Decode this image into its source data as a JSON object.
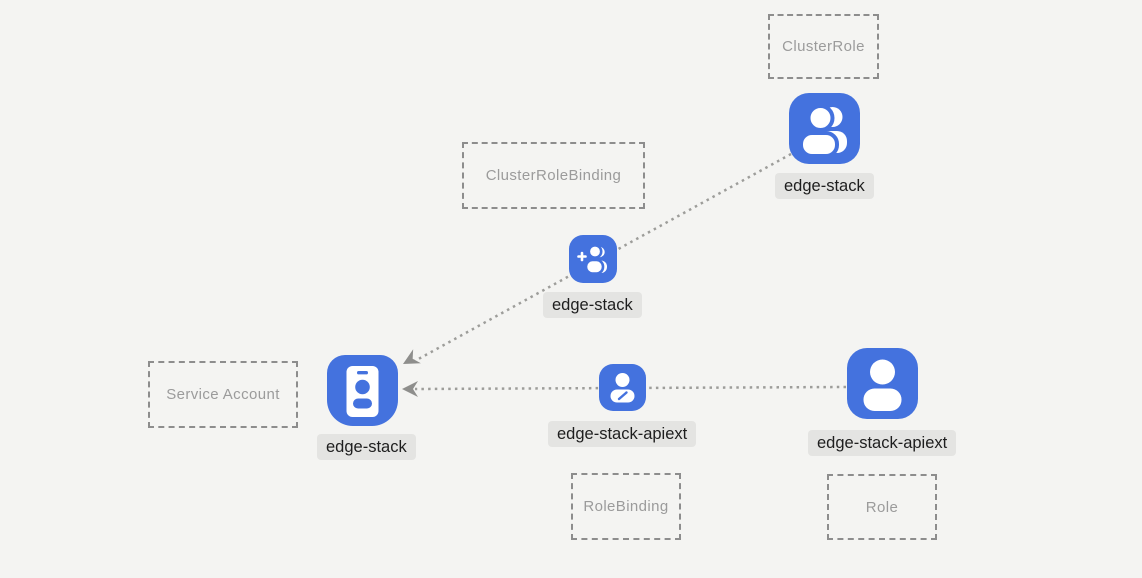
{
  "colors": {
    "background": "#f4f4f2",
    "tile_blue": "#4472de",
    "edge_gray": "#9d9d9a",
    "arrow_gray": "#8e8e8c",
    "box_border": "#8d8d8d",
    "box_text": "#9b9b9b",
    "pill_bg": "#e4e4e2",
    "pill_text": "#1e1e1e"
  },
  "diagram": {
    "boxes": [
      {
        "id": "cluster-role",
        "label": "ClusterRole"
      },
      {
        "id": "cluster-role-binding",
        "label": "ClusterRoleBinding"
      },
      {
        "id": "service-account",
        "label": "Service Account"
      },
      {
        "id": "role-binding",
        "label": "RoleBinding"
      },
      {
        "id": "role",
        "label": "Role"
      }
    ],
    "nodes": [
      {
        "id": "cluster-role-node",
        "label": "edge-stack",
        "icon": "users-icon"
      },
      {
        "id": "cluster-role-binding-node",
        "label": "edge-stack",
        "icon": "user-plus-icon"
      },
      {
        "id": "service-account-node",
        "label": "edge-stack",
        "icon": "id-badge-icon"
      },
      {
        "id": "role-binding-node",
        "label": "edge-stack-apiext",
        "icon": "user-edit-icon"
      },
      {
        "id": "role-node",
        "label": "edge-stack-apiext",
        "icon": "user-icon"
      }
    ],
    "edges": [
      {
        "from": "cluster-role-node",
        "to": "service-account-node",
        "style": "dotted-arrow"
      },
      {
        "from": "role-node",
        "to": "service-account-node",
        "style": "dotted-arrow"
      }
    ]
  }
}
